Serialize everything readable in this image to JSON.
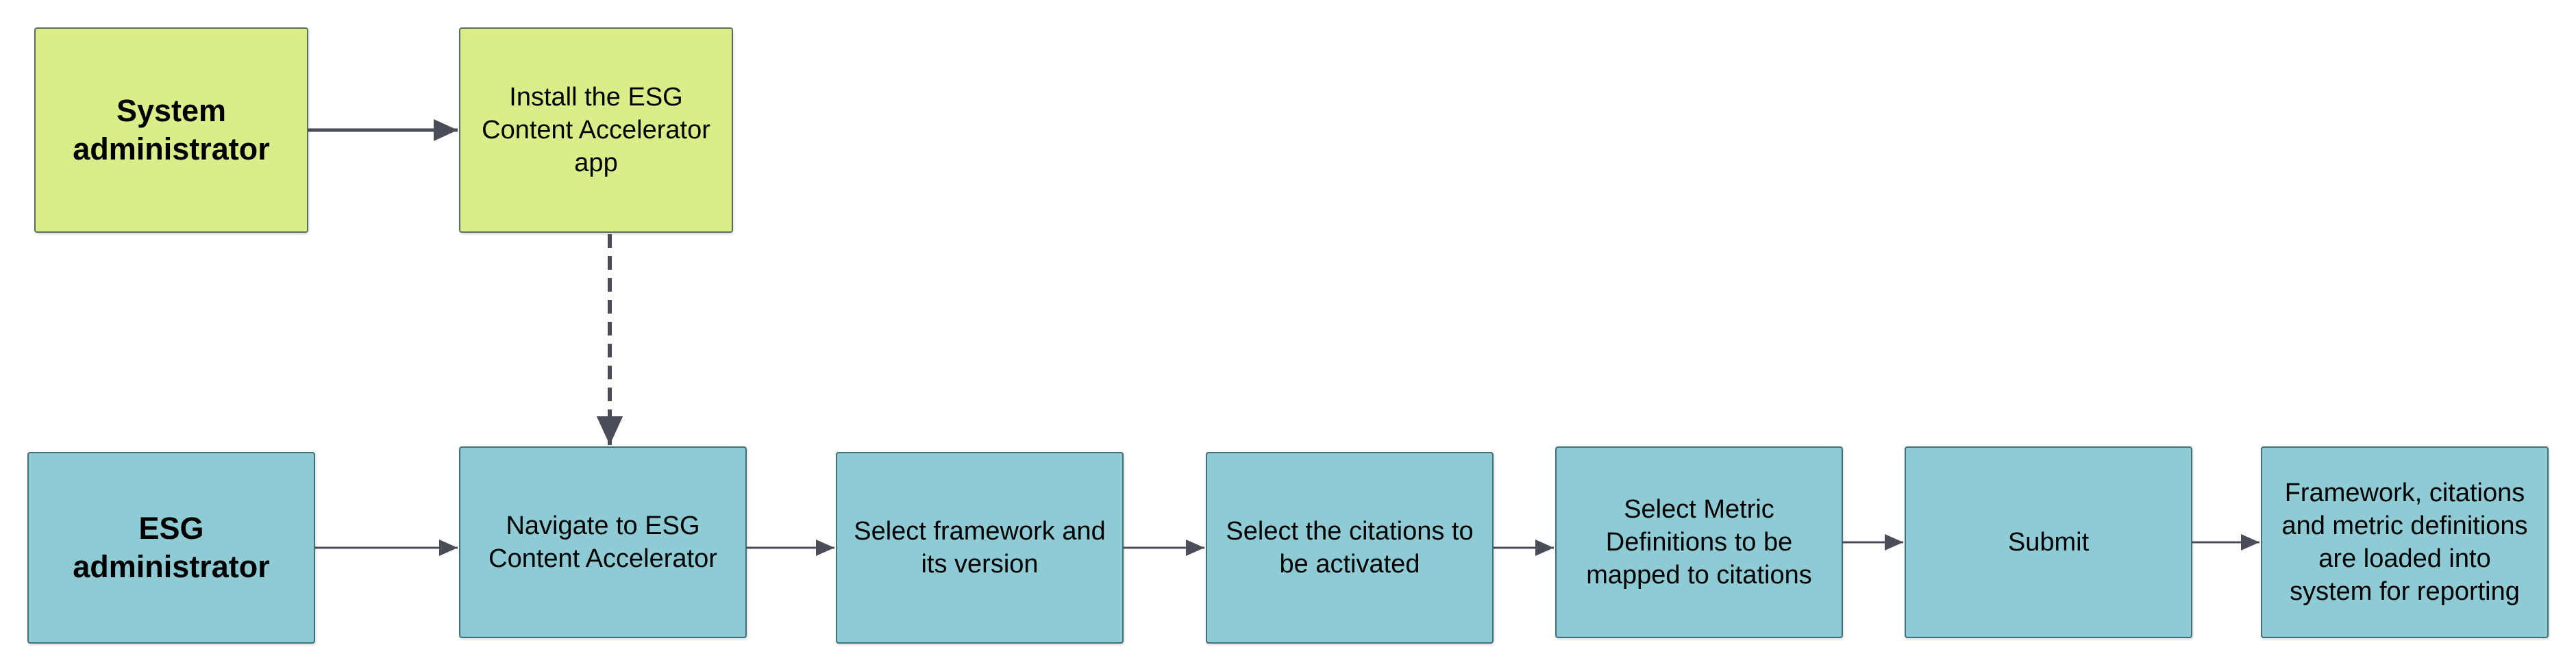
{
  "nodes": {
    "system_admin": "System\nadministrator",
    "install_app": "Install the ESG\nContent Accelerator\napp",
    "esg_admin": "ESG\nadministrator",
    "navigate": "Navigate to ESG\nContent Accelerator",
    "select_framework": "Select framework and\nits version",
    "select_citations": "Select the citations  to\nbe activated",
    "select_metrics": "Select Metric\nDefinitions to be\nmapped to citations",
    "submit": "Submit",
    "loaded": "Framework, citations\nand metric definitions\nare loaded into\nsystem for reporting"
  },
  "colors": {
    "actor_green": "#d9ee88",
    "process_teal": "#8fcbd4",
    "connector": "#4a4d57"
  },
  "edges": [
    {
      "from": "system_admin",
      "to": "install_app",
      "style": "solid"
    },
    {
      "from": "install_app",
      "to": "navigate",
      "style": "dashed"
    },
    {
      "from": "esg_admin",
      "to": "navigate",
      "style": "solid"
    },
    {
      "from": "navigate",
      "to": "select_framework",
      "style": "solid"
    },
    {
      "from": "select_framework",
      "to": "select_citations",
      "style": "solid"
    },
    {
      "from": "select_citations",
      "to": "select_metrics",
      "style": "solid"
    },
    {
      "from": "select_metrics",
      "to": "submit",
      "style": "solid"
    },
    {
      "from": "submit",
      "to": "loaded",
      "style": "solid"
    }
  ]
}
